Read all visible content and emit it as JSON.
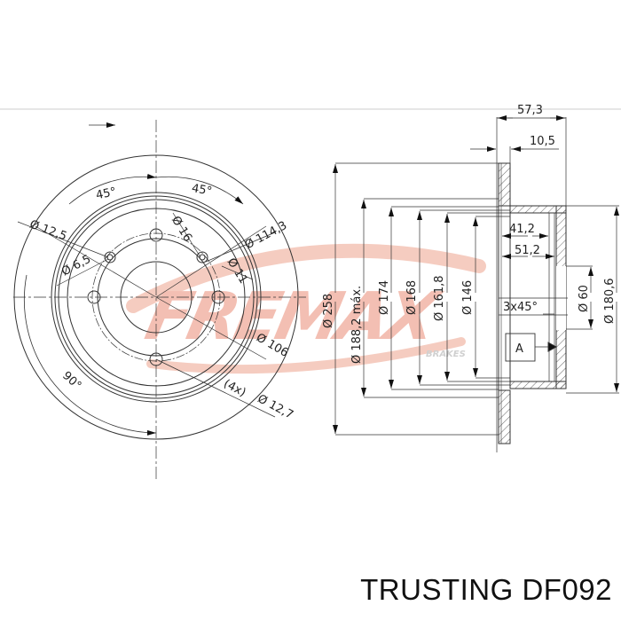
{
  "watermark": {
    "brand": "FREMAX",
    "sub": "BRAKES",
    "color": "#f2b5a6",
    "sub_color": "#c8c8c8"
  },
  "front_view": {
    "angles": {
      "top_left": "45°",
      "top_right": "45°",
      "bottom_left": "90°"
    },
    "dims": {
      "d12_5": "Ø 12,5",
      "d6_5": "Ø 6,5",
      "d16": "Ø 16",
      "d114_3": "Ø 114,3",
      "d11": "Ø 11",
      "d106": "Ø 106",
      "d12_7_count": "(4x)",
      "d12_7": "Ø 12,7"
    }
  },
  "section_view": {
    "top": {
      "overall_width": "57,3",
      "disc_thickness": "10,5"
    },
    "diameters": {
      "d258": "Ø 258",
      "d188": "Ø 188,2 máx.",
      "d174": "Ø 174",
      "d168": "Ø 168",
      "d161": "Ø 161,8",
      "d146": "Ø 146",
      "d60": "Ø 60",
      "d180": "Ø 180,6"
    },
    "inner": {
      "w41": "41,2",
      "w51": "51,2",
      "chamfer": "3x45°"
    },
    "datum": "A"
  },
  "caption": "TRUSTING DF092"
}
